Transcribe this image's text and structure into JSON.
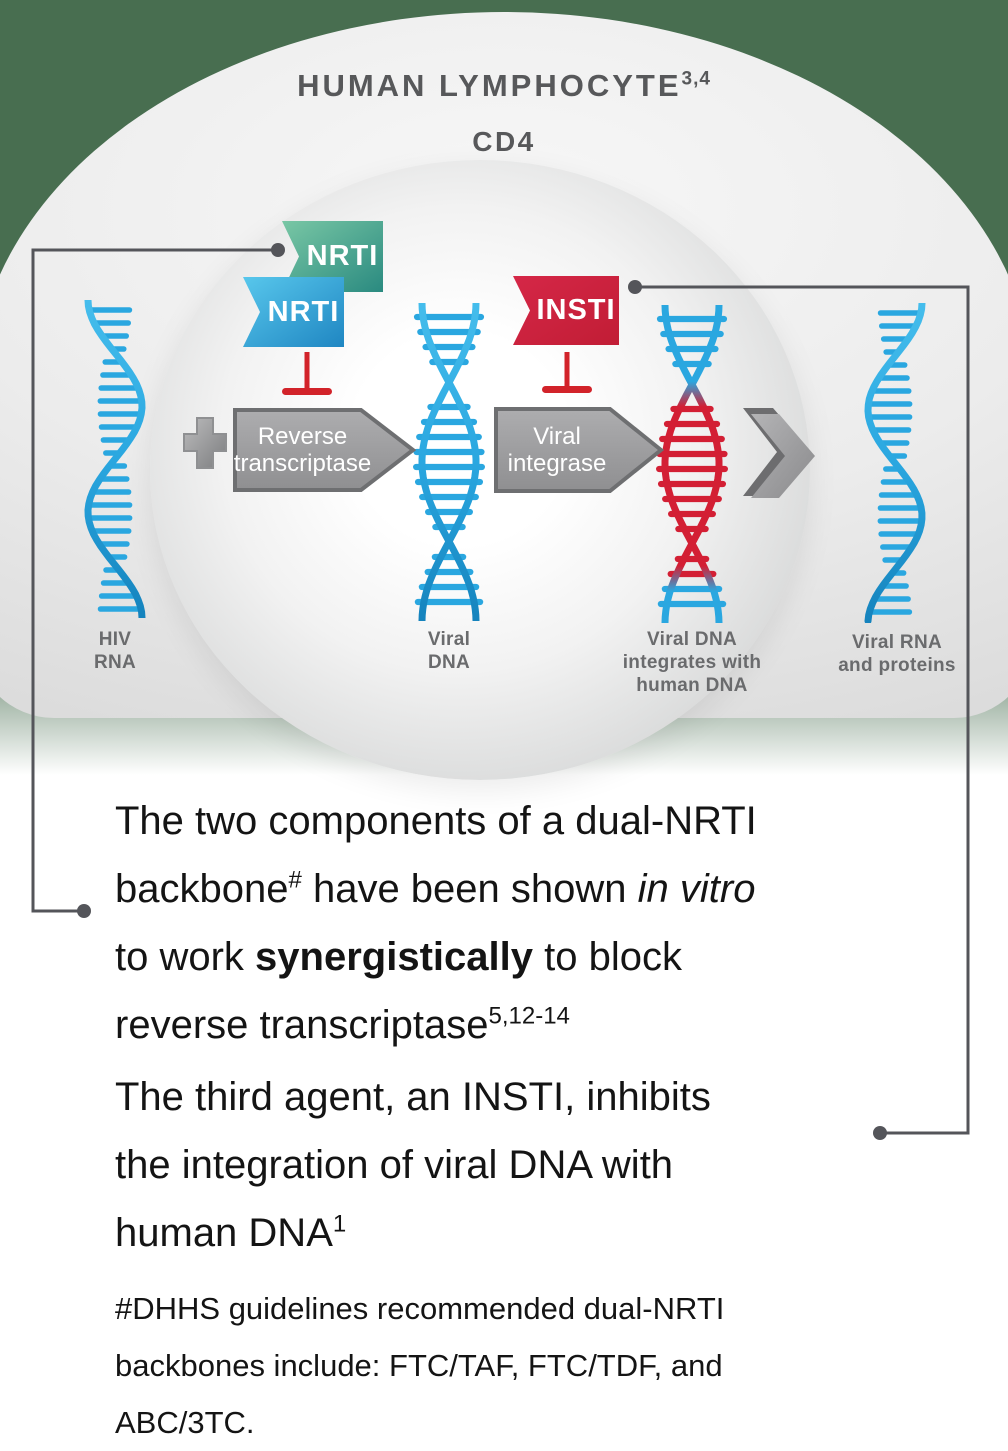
{
  "colors": {
    "background_green": "#486e50",
    "helix_blue": "#2aa7e0",
    "helix_blue_dark": "#1583bd",
    "helix_blue_light": "#45bdec",
    "helix_red": "#d31f34",
    "inhibit_red": "#d2232a",
    "connector_gray": "#54555a",
    "title_gray": "#57585a",
    "label_gray": "#6a6b6d",
    "text_dark": "#141414"
  },
  "cell": {
    "title": "HUMAN LYMPHOCYTE",
    "title_sup": "3,4",
    "receptor_label": "CD4"
  },
  "flags": {
    "nrti_back": {
      "label": "NRTI",
      "color_from": "#79c7a5",
      "color_to": "#2a8a80"
    },
    "nrti_front": {
      "label": "NRTI",
      "color_from": "#58c7ec",
      "color_to": "#1f86c2"
    },
    "insti": {
      "label": "INSTI",
      "color_from": "#d52747",
      "color_to": "#c11d35"
    }
  },
  "process_arrows": {
    "reverse_transcriptase": {
      "line1": "Reverse",
      "line2": "transcriptase"
    },
    "viral_integrase": {
      "line1": "Viral",
      "line2": "integrase"
    }
  },
  "stage_labels": {
    "hiv_rna": {
      "line1": "HIV",
      "line2": "RNA"
    },
    "viral_dna": {
      "line1": "Viral",
      "line2": "DNA"
    },
    "integrated_dna": {
      "line1": "Viral DNA",
      "line2": "integrates with",
      "line3": "human DNA"
    },
    "viral_rna_proteins": {
      "line1": "Viral RNA",
      "line2": "and proteins"
    }
  },
  "paragraphs": {
    "p1": {
      "segments": [
        {
          "text": "The two components of a dual-NRTI"
        },
        {
          "text": "backbone"
        },
        {
          "text": "#",
          "style": "sup"
        },
        {
          "text": " have been shown "
        },
        {
          "text": "in vitro",
          "style": "italic"
        },
        {
          "text": "to work "
        },
        {
          "text": "synergistically",
          "style": "bold"
        },
        {
          "text": " to block"
        },
        {
          "text": "reverse transcriptase"
        },
        {
          "text": "5,12-14",
          "style": "sup"
        }
      ]
    },
    "p2": {
      "segments": [
        {
          "text": "The third agent, an INSTI, inhibits"
        },
        {
          "text": "the integration of viral DNA with"
        },
        {
          "text": "human DNA"
        },
        {
          "text": "1",
          "style": "sup"
        }
      ]
    },
    "footnote": {
      "segments": [
        {
          "text": "#DHHS guidelines recommended dual-NRTI"
        },
        {
          "text": "backbones include: FTC/TAF, FTC/TDF, and"
        },
        {
          "text": "ABC/3TC."
        }
      ]
    }
  }
}
